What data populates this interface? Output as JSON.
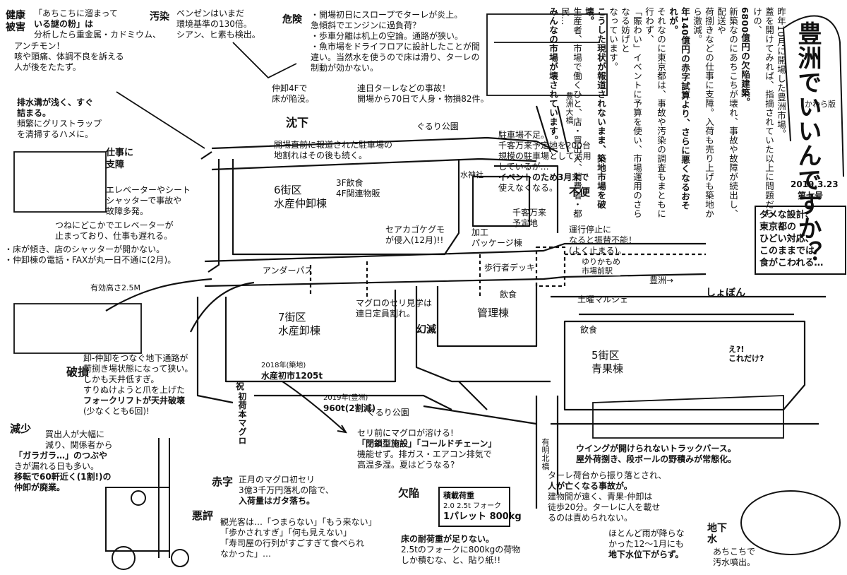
{
  "masthead": {
    "title": "豊洲でいいんですか？",
    "kawaraban": "かわら版",
    "date": "2019.3.23",
    "issue": "第七号"
  },
  "intro": [
    "昨年10月に開場した豊洲市場。",
    "蓋を開けてみれば、指摘されていた以上に問題だらけの、",
    "6800億円の欠陥建築。",
    "新築なのにあちこちが壊れ、事故や故障が続出し、配送や",
    "荷捌きなどの仕事に支障。入荷も売り上げも築地から激減。",
    "年140億円の赤字試算より、さらに悪くなるおそれが。",
    "それなのに東京都は、事故や汚染の調査もまともに行わず、",
    "「賑わい」イベントに予算を使い、市場運用のさらなる妨げと",
    "なっています。",
    "こうした現状が報道されないまま、築地市場を破壊。",
    "生産者、市場で働くひと、店・買出人、消費者・都民…",
    "みんなの市場が壊されています。"
  ],
  "callout": [
    "ダメな設計、",
    "東京都の",
    "ひどい対応、",
    "このままでは",
    "食がこわれる…"
  ],
  "notes": {
    "health_badge": "健康被害",
    "health": [
      "「あちこちに溜まって",
      "いる謎の粉」は",
      "分析したら重金属・カドミウム、",
      "アンチモン！",
      "咳や頭痛、体調不良を訴える",
      "人が後をたたず。"
    ],
    "pollution_badge": "汚染",
    "pollution": [
      "ベンゼンはいまだ",
      "環境基準の130倍。",
      "シアン、ヒ素も検出。"
    ],
    "danger_badge": "危険",
    "danger": [
      "・開場初日にスロープでターレが炎上。",
      "急傾斜でエンジンに過負荷？",
      "・歩車分離は机上の空論。通路が狭い。",
      "・魚市場をドライフロアに設計したことが間違い。当然水を使うので床は滑り、ターレの制動が効かない。"
    ],
    "sinking_badge": "沈下",
    "sinking": [
      "仲卸4Fで",
      "床が陥没。"
    ],
    "turret": [
      "連日ターレなどの事故！",
      "開場から70日で人身・物損82件。"
    ],
    "drain": [
      "排水溝が浅く、すぐ",
      "詰まる。",
      "頻繁にグリストラップ",
      "を清掃するハメに。"
    ],
    "work_badge": "仕事に支障",
    "elevator": [
      "エレベーターやシート",
      "シャッターで事故や",
      "故障多発。"
    ],
    "elevator2": [
      "つねにどこかでエレベーターが",
      "止まっており、仕事も遅れる。"
    ],
    "floor": [
      "・床が傾き、店のシャッターが開かない。",
      "・仲卸棟の電話・FAXが丸一日不通に(2月)。"
    ],
    "clearance": "有効高さ2.5M",
    "damage_badge": "破損",
    "tunnel": [
      "卸-仲卸をつなぐ地下通路が",
      "荷捌き場状態になって狭い。",
      "しかも天井低すぎ。",
      "すりぬけようと爪を上げた",
      "フォークリフトが天井破壊",
      "(少なくとも6回)!"
    ],
    "decrease_badge": "減少",
    "buyers": [
      "買出人が大幅に",
      "減り、関係者から",
      "「ガラガラ…」のつぶや",
      "きが漏れる日も多い。",
      "移転で60軒近く(1割!)の",
      "仲卸が廃業。"
    ],
    "tuna_2018": [
      "2018年(築地)",
      "水産初市1205t"
    ],
    "tuna_2019": [
      "2019年(豊洲)",
      "960t(2割減)"
    ],
    "red_badge": "赤字",
    "tuna_price": [
      "正月のマグロ初セリ",
      "3億3千万円落札の陰で、",
      "入荷量はガタ落ち。"
    ],
    "reputation_badge": "悪評",
    "tourists": [
      "観光客は…「つまらない」「もう来ない」",
      "「歩かされすぎ」「何も見えない」",
      "「寿司屋の行列がすごすぎて食べられ",
      "なかった」…"
    ],
    "defect_badge": "欠陥",
    "load_sign": [
      "積載荷重",
      "2.0 2.5t フォーク",
      "1パレット 800kg"
    ],
    "load": [
      "床の耐荷重が足りない。",
      "2.5tのフォークに800kgの荷物",
      "しか積むな、と、貼り紙!!"
    ],
    "coldchain": [
      "セリ前にマグロが溶ける!",
      "「閉鎖型施設」「コールドチェーン」",
      "機能せず。排ガス・エアコン排気で",
      "高温多湿。夏はどうなる?"
    ],
    "tuna_tour": [
      "マグロのセリ見学は",
      "連日定員割れ。"
    ],
    "tour_badge": "幻滅",
    "parking_cracks": [
      "開場直前に報道された駐車場の",
      "地割れはその後も続く。"
    ],
    "spider": [
      "セアカゴケグモ",
      "が侵入(12月)!!"
    ],
    "parking": [
      "駐車場不足。",
      "千客万来予定地を200台",
      "規模の駐車場として活用",
      "しているが…",
      "イベントのため3月末で",
      "使えなくなる。"
    ],
    "inconvenience_badge": "不便",
    "train": [
      "運行停止に",
      "なると振替不能！",
      "(よく止まる)。"
    ],
    "wing": [
      "ウイングが開けられないトラックバース。",
      "屋外荷捌き、段ボールの野積みが常態化。"
    ],
    "fatal": [
      "ターレ荷台から振り落とされ、",
      "人が亡くなる事故が。",
      "建物間が遠く、青果-仲卸は",
      "徒歩20分。ターレに人を載せ",
      "るのは責められない。"
    ],
    "groundwater_badge": "地下水",
    "groundwater": [
      "ほとんど雨が降らな",
      "かった12〜1月にも",
      "地下水位下がらず。"
    ],
    "spout": [
      "あちこちで",
      "汚水噴出。"
    ],
    "shobon": "しょぼん",
    "what": [
      "え?!",
      "これだけ?"
    ]
  },
  "map": {
    "gururi_top": "ぐるり公園",
    "gururi_bottom": "ぐるり公園",
    "ohashi": "豊洲大橋",
    "ariake_kitabashi": "有明北橋",
    "block6": [
      "6街区",
      "水産仲卸棟"
    ],
    "block6_floor": [
      "3F飲食",
      "4F関連物販"
    ],
    "block7": [
      "7街区",
      "水産卸棟"
    ],
    "block5": [
      "5街区",
      "青果棟"
    ],
    "admin": "管理棟",
    "admin_food": "飲食",
    "food5": "飲食",
    "package": [
      "加工",
      "パッケージ棟"
    ],
    "senkyaku": [
      "千客万来",
      "予定地"
    ],
    "shrine": "水神社",
    "underpass": "アンダーパス",
    "deck": "歩行者デッキ",
    "station": [
      "ゆりかもめ",
      "市場前駅"
    ],
    "toyosu_arrow": "豊洲→",
    "marche": "土曜マルシェ"
  },
  "sign_board": [
    "祝",
    "初荷",
    "本マグロ"
  ],
  "colors": {
    "ink": "#111111",
    "paper": "#ffffff"
  }
}
